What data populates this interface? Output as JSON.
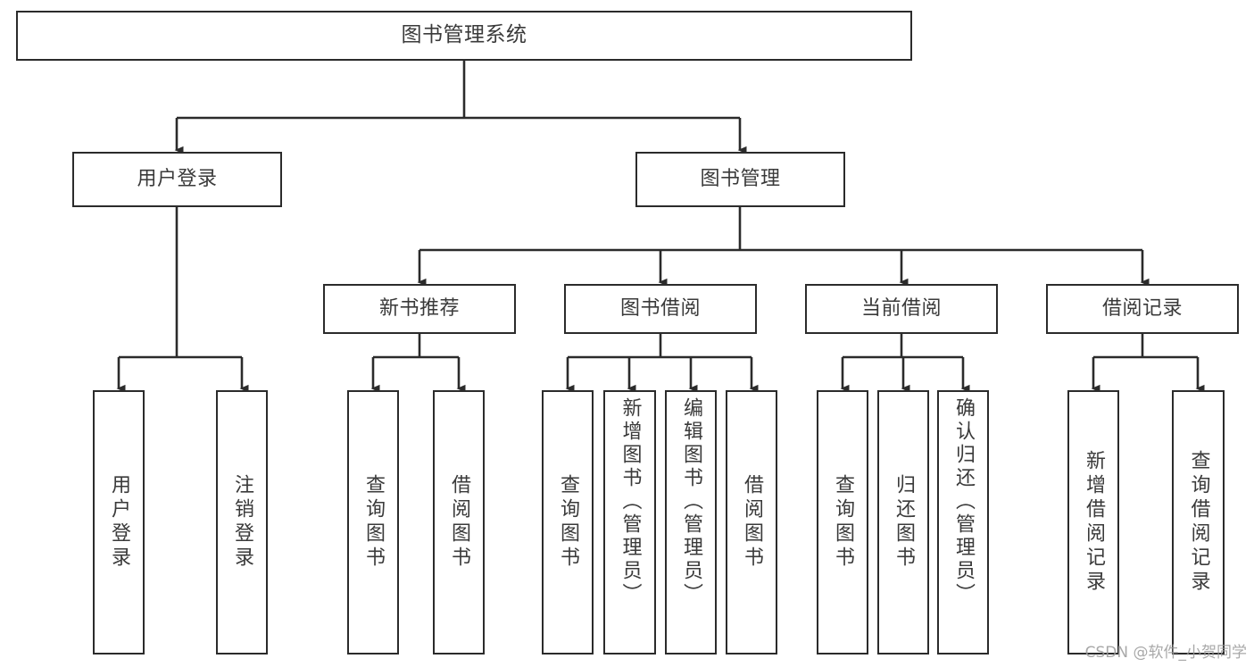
{
  "diagram": {
    "type": "tree-hierarchy-chart",
    "title": "图书管理系统",
    "line_color": "#2b2b2b",
    "text_color": "#3a3a3a",
    "background_color": "#ffffff",
    "root": {
      "label": "图书管理系统"
    },
    "level2": [
      {
        "label": "用户登录"
      },
      {
        "label": "图书管理"
      }
    ],
    "level3": [
      {
        "label": "新书推荐"
      },
      {
        "label": "图书借阅"
      },
      {
        "label": "当前借阅"
      },
      {
        "label": "借阅记录"
      }
    ],
    "leaves": {
      "user_login": [
        {
          "label": "用户登录"
        },
        {
          "label": "注销登录"
        }
      ],
      "new_book_recommend": [
        {
          "label": "查询图书"
        },
        {
          "label": "借阅图书"
        }
      ],
      "book_borrow": [
        {
          "label": "查询图书"
        },
        {
          "label": "新增图书（管理员）"
        },
        {
          "label": "编辑图书（管理员）"
        },
        {
          "label": "借阅图书"
        }
      ],
      "current_borrow": [
        {
          "label": "查询图书"
        },
        {
          "label": "归还图书"
        },
        {
          "label": "确认归还（管理员）"
        }
      ],
      "borrow_record": [
        {
          "label": "新增借阅记录"
        },
        {
          "label": "查询借阅记录"
        }
      ]
    }
  },
  "watermark": {
    "text": "CSDN @软件_小贺同学"
  }
}
